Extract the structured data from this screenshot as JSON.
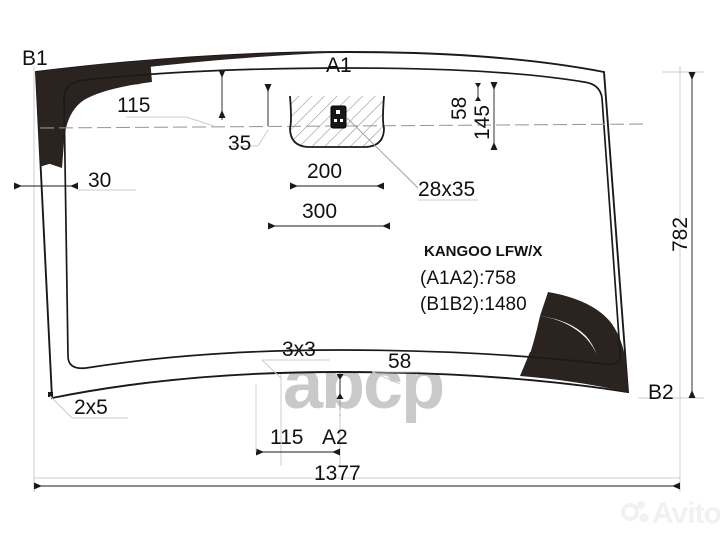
{
  "drawing": {
    "type": "windshield-technical-drawing",
    "background_color": "#ffffff",
    "line_color": "#1a1a1a",
    "shade_color": "#2b2320"
  },
  "corner_labels": {
    "top_left": "B1",
    "top_center": "A1",
    "bottom_right": "B2",
    "bottom_center": "A2"
  },
  "dimensions": {
    "d_115_top": "115",
    "d_35": "35",
    "d_30": "30",
    "d_58_top": "58",
    "d_145": "145",
    "d_200": "200",
    "d_300": "300",
    "d_28x35": "28x35",
    "d_3x3": "3x3",
    "d_58_bottom": "58",
    "d_115_bottom": "115",
    "d_2x5": "2x5",
    "d_782": "782",
    "d_1377": "1377"
  },
  "part_info": {
    "model": "KANGOO LFW/X",
    "a1a2": "(A1A2):758",
    "b1b2": "(B1B2):1480"
  },
  "watermarks": {
    "center": "abcp",
    "corner": "Avito"
  }
}
